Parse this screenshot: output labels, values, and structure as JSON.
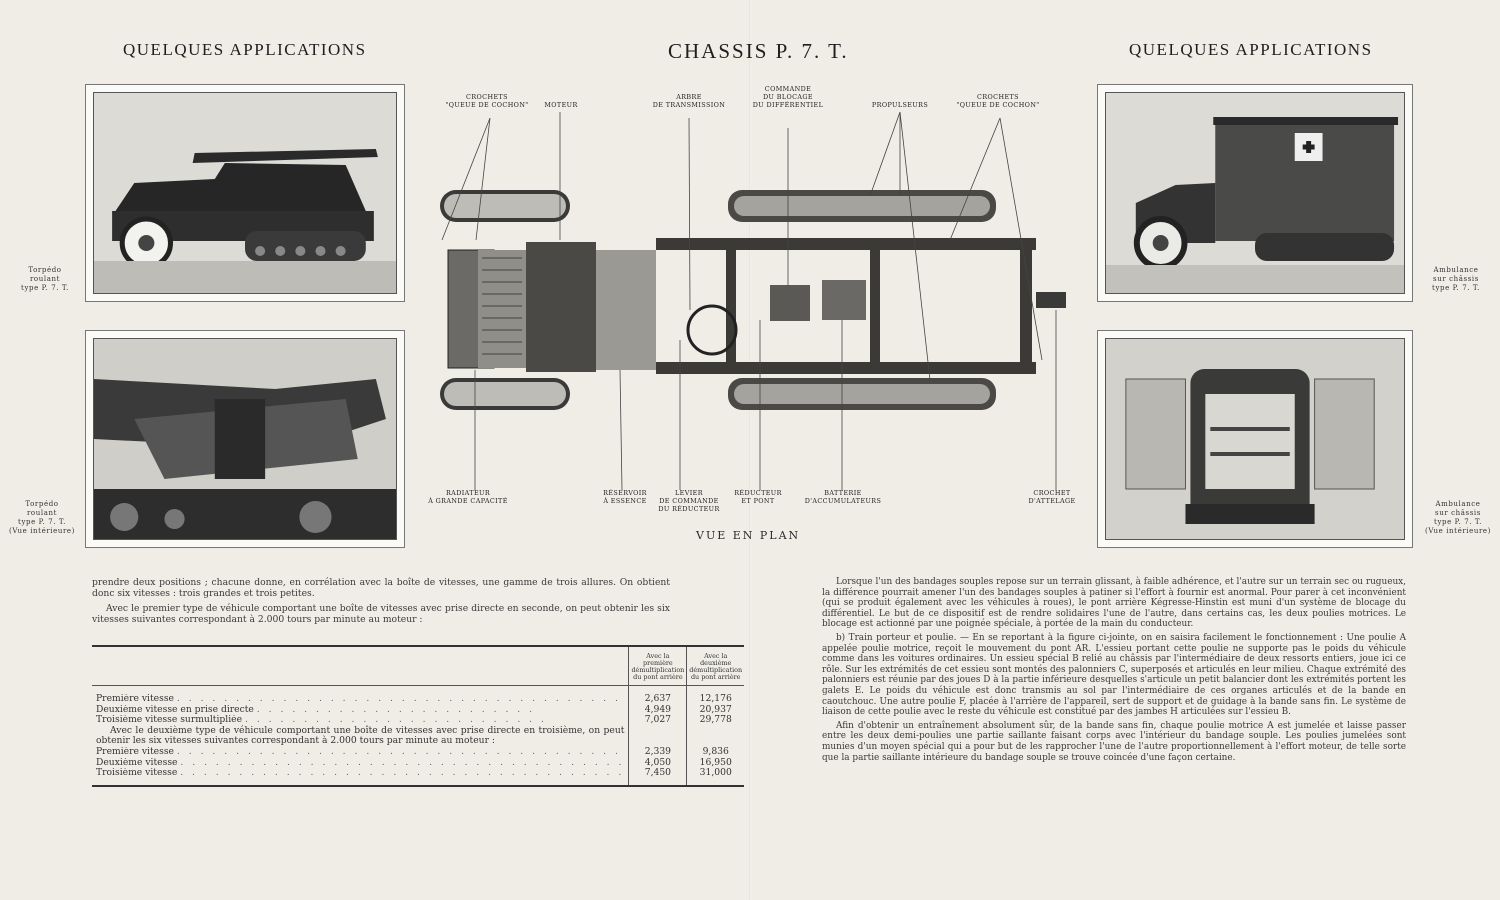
{
  "headers": {
    "left": "QUELQUES APPLICATIONS",
    "center": "CHASSIS P. 7. T.",
    "right": "QUELQUES APPLICATIONS"
  },
  "photo_captions": {
    "torpedo": "Torpédo\nroulant\ntype P. 7. T.",
    "torpedo_interior": "Torpédo\nroulant\ntype P. 7. T.\n(Vue intérieure)",
    "ambulance": "Ambulance\nsur châssis\ntype P. 7. T.",
    "ambulance_interior": "Ambulance\nsur châssis\ntype P. 7. T.\n(Vue intérieure)"
  },
  "chassis_labels_top": {
    "crochet_left": "Crochets\n\"queue de cochon\"",
    "moteur": "Moteur",
    "arbre": "Arbre\nde transmission",
    "commande": "Commande\ndu blocage\ndu différentiel",
    "propulseurs": "Propulseurs",
    "crochet_right": "Crochets\n\"queue de cochon\""
  },
  "chassis_labels_bottom": {
    "radiateur": "Radiateur\nà grande capacité",
    "reservoir": "Réservoir\nà essence",
    "levier": "Levier\nde commande\ndu réducteur",
    "reducteur": "Réducteur\net pont",
    "batterie": "Batterie\nd'accumulateurs",
    "crochet_attelage": "Crochet\nd'attelage"
  },
  "chassis_caption": "VUE EN PLAN",
  "left_text": {
    "p1": "prendre deux positions ; chacune donne, en corrélation avec la boîte de vitesses, une gamme de trois allures. On obtient donc six vitesses : trois grandes et trois petites.",
    "p2": "Avec le premier type de véhicule comportant une boîte de vitesses avec prise directe en seconde, on peut obtenir les six vitesses suivantes correspondant à 2.000 tours par minute au moteur :"
  },
  "table": {
    "col1_header": "Avec la première démultiplication du pont arrière",
    "col2_header": "Avec la deuxième démultiplication du pont arrière",
    "group1": [
      {
        "label": "Première vitesse",
        "v1": "2,637",
        "v2": "12,176"
      },
      {
        "label": "Deuxième vitesse en prise directe",
        "v1": "4,949",
        "v2": "20,937"
      },
      {
        "label": "Troisième vitesse surmultipliée",
        "v1": "7,027",
        "v2": "29,778"
      }
    ],
    "note": "Avec le deuxième type de véhicule comportant une boîte de vitesses avec prise directe en troisième, on peut obtenir les six vitesses suivantes correspondant à 2.000 tours par minute au moteur :",
    "group2": [
      {
        "label": "Première vitesse",
        "v1": "2,339",
        "v2": "9,836"
      },
      {
        "label": "Deuxième vitesse",
        "v1": "4,050",
        "v2": "16,950"
      },
      {
        "label": "Troisième vitesse",
        "v1": "7,450",
        "v2": "31,000"
      }
    ]
  },
  "right_text": {
    "p1": "Lorsque l'un des bandages souples repose sur un terrain glissant, à faible adhérence, et l'autre sur un terrain sec ou rugueux, la différence pourrait amener l'un des bandages souples à patiner si l'effort à fournir est anormal. Pour parer à cet inconvénient (qui se produit également avec les véhicules à roues), le pont arrière Kégresse-Hinstin est muni d'un système de blocage du différentiel. Le but de ce dispositif est de rendre solidaires l'une de l'autre, dans certains cas, les deux poulies motrices. Le blocage est actionné par une poignée spéciale, à portée de la main du conducteur.",
    "p2": "b) Train porteur et poulie. — En se reportant à la figure ci-jointe, on en saisira facilement le fonctionnement : Une poulie A appelée poulie motrice, reçoit le mouvement du pont AR. L'essieu portant cette poulie ne supporte pas le poids du véhicule comme dans les voitures ordinaires. Un essieu spécial B relié au châssis par l'intermédiaire de deux ressorts entiers, joue ici ce rôle. Sur les extrémités de cet essieu sont montés des palonniers C, superposés et articulés en leur milieu. Chaque extrémité des palonniers est réunie par des joues D à la partie inférieure desquelles s'articule un petit balancier dont les extrémités portent les galets E. Le poids du véhicule est donc transmis au sol par l'intermédiaire de ces organes articulés et de la bande en caoutchouc. Une autre poulie F, placée à l'arrière de l'appareil, sert de support et de guidage à la bande sans fin. Le système de liaison de cette poulie avec le reste du véhicule est constitué par des jambes H articulées sur l'essieu B.",
    "p3": "Afin d'obtenir un entraînement absolument sûr, de la bande sans fin, chaque poulie motrice A est jumelée et laisse passer entre les deux demi-poulies une partie saillante faisant corps avec l'intérieur du bandage souple. Les poulies jumelées sont munies d'un moyen spécial qui a pour but de les rapprocher l'une de l'autre proportionnellement à l'effort moteur, de telle sorte que la partie saillante intérieure du bandage souple se trouve coincée d'une façon certaine."
  }
}
